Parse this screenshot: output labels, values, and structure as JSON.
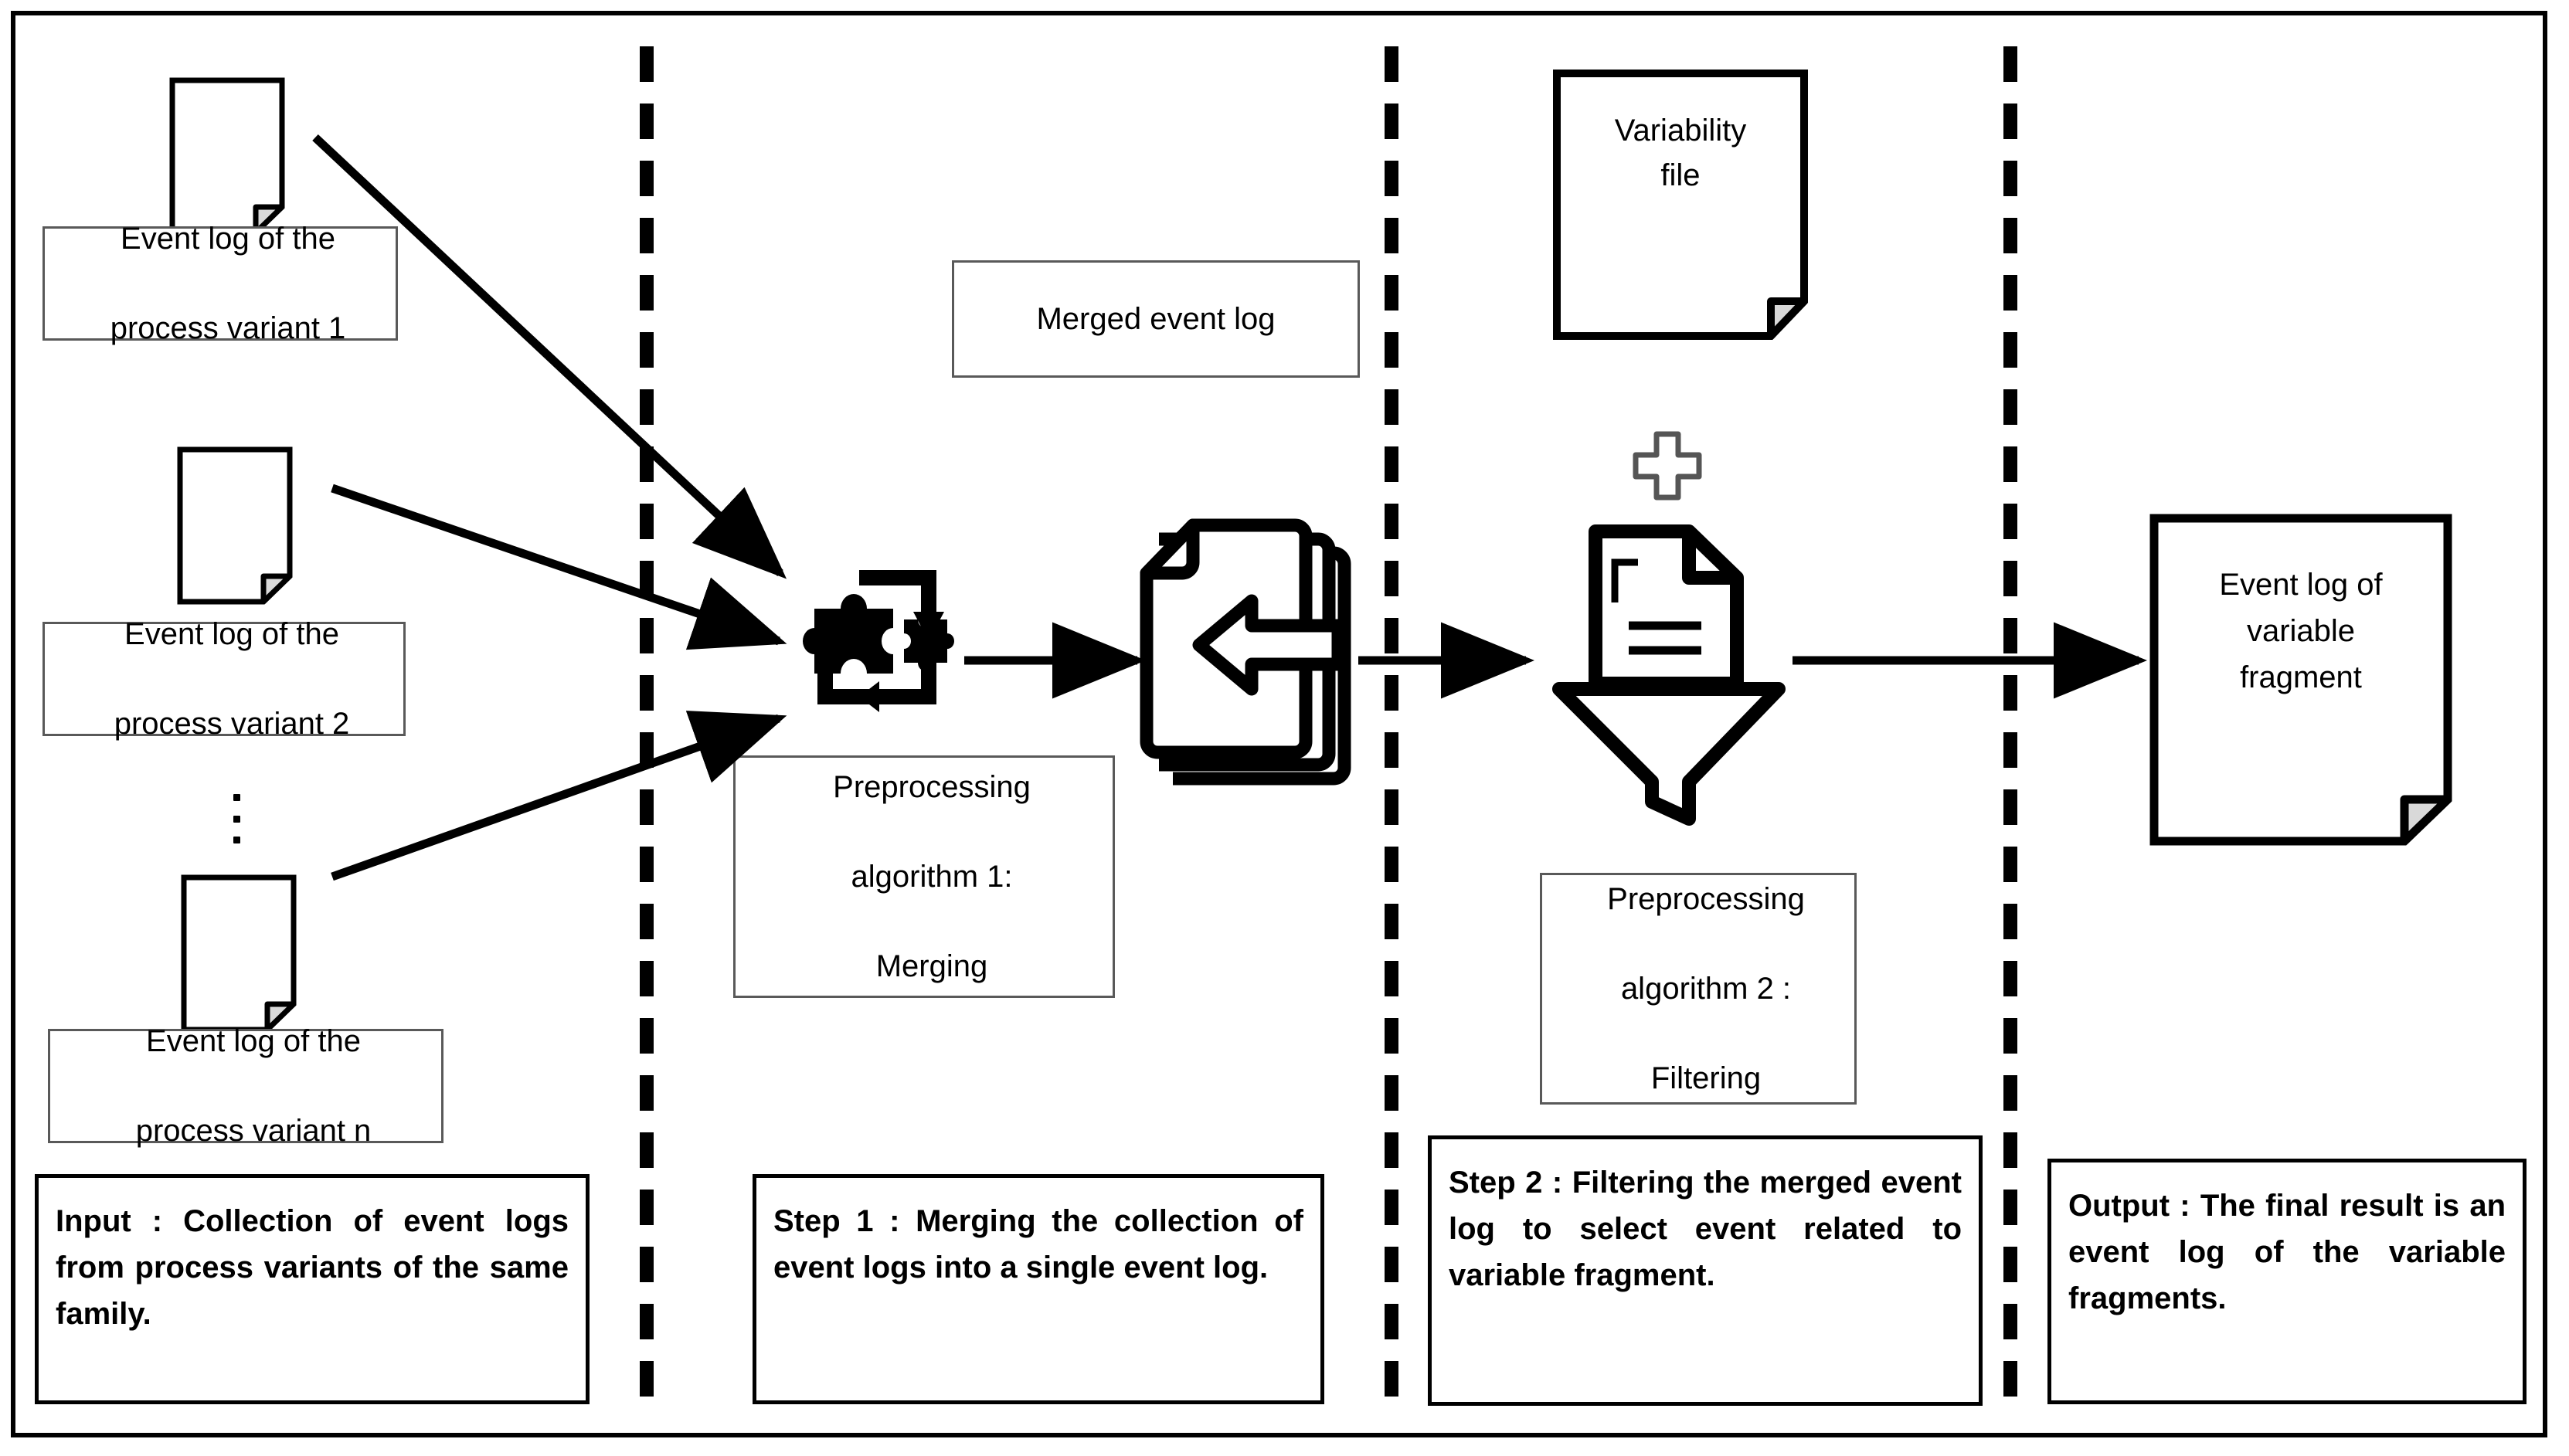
{
  "figure": {
    "type": "process-flow-diagram",
    "columns": [
      {
        "id": "input",
        "legend": "Input : Collection of event logs from process variants of the same family."
      },
      {
        "id": "step1",
        "legend": "Step 1 :  Merging  the collection of event logs into a single event log."
      },
      {
        "id": "step2",
        "legend": "Step 2 : Filtering the merged event log to select event related to variable fragment."
      },
      {
        "id": "output",
        "legend": "Output : The final result is an event log of the variable fragments."
      }
    ]
  },
  "input_column": {
    "items": [
      {
        "label_line1": "Event log of the",
        "label_line2": "process variant 1",
        "icon": "document-page-icon"
      },
      {
        "label_line1": "Event log of the",
        "label_line2": "process variant 2",
        "icon": "document-page-icon"
      },
      {
        "label_line1": "Event log of the",
        "label_line2": "process variant n",
        "icon": "document-page-icon"
      }
    ],
    "ellipsis": "⋮"
  },
  "step1_column": {
    "merged_log_box": "Merged event log",
    "algorithm_box_line1": "Preprocessing",
    "algorithm_box_line2": "algorithm 1:",
    "algorithm_box_line3": "Merging",
    "merge_icon": "puzzle-merge-icon",
    "documents_icon": "documents-import-icon"
  },
  "step2_column": {
    "variability_file_line1": "Variability",
    "variability_file_line2": "file",
    "variability_file_icon": "document-page-icon",
    "plus_icon": "plus-icon",
    "filter_icon": "document-filter-funnel-icon",
    "algorithm_box_line1": "Preprocessing",
    "algorithm_box_line2": "algorithm 2 :",
    "algorithm_box_line3": "Filtering"
  },
  "output_column": {
    "result_line1": "Event log of",
    "result_line2": "variable",
    "result_line3": "fragment",
    "result_icon": "document-page-icon"
  },
  "arrows": {
    "variant1_to_merge": "arrow-diagonal-down-right",
    "variant2_to_merge": "arrow-diagonal-down-right",
    "variantn_to_merge": "arrow-diagonal-up-right",
    "merge_to_documents": "arrow-right",
    "documents_to_filter": "arrow-right",
    "filter_to_output": "arrow-right"
  },
  "colors": {
    "stroke": "#000000",
    "box_border": "#595959",
    "legend_border": "#000000",
    "background": "#ffffff",
    "fold_fill": "#d9d9d9"
  }
}
